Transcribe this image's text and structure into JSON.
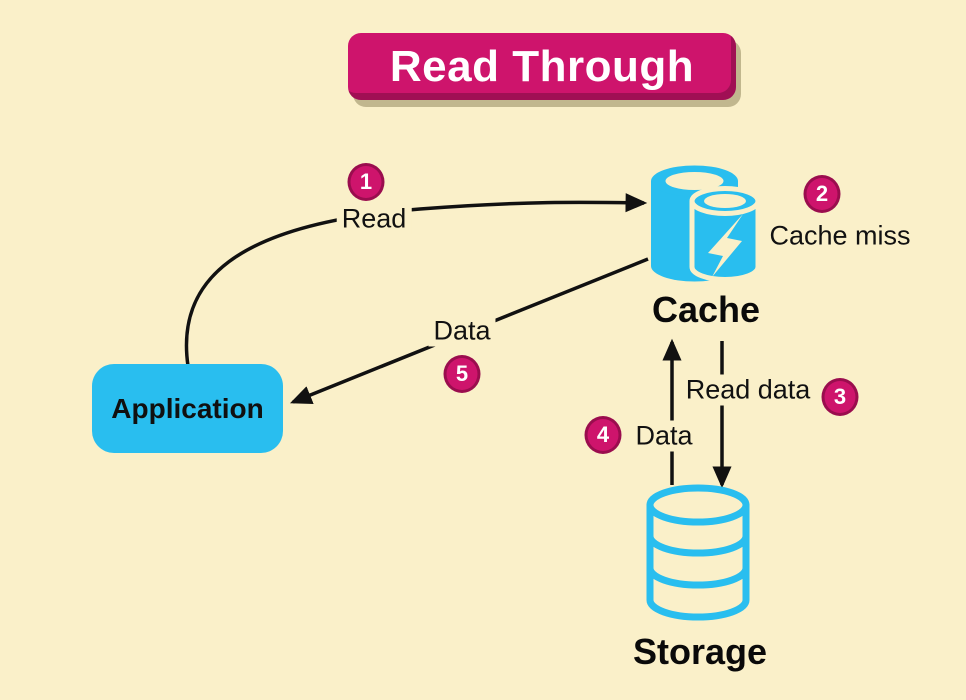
{
  "title": "Read Through",
  "nodes": {
    "application": {
      "label": "Application"
    },
    "cache": {
      "label": "Cache"
    },
    "storage": {
      "label": "Storage"
    }
  },
  "steps": [
    {
      "num": "1",
      "label": "Read"
    },
    {
      "num": "2",
      "label": "Cache miss"
    },
    {
      "num": "3",
      "label": "Read data"
    },
    {
      "num": "4",
      "label": "Data"
    },
    {
      "num": "5",
      "label": "Data"
    }
  ],
  "colors": {
    "background": "#FAF0C9",
    "cyan": "#29BEEF",
    "magenta": "#CE146C",
    "magenta_dark": "#9A0D4E",
    "line": "#111111",
    "text": "#111111"
  }
}
